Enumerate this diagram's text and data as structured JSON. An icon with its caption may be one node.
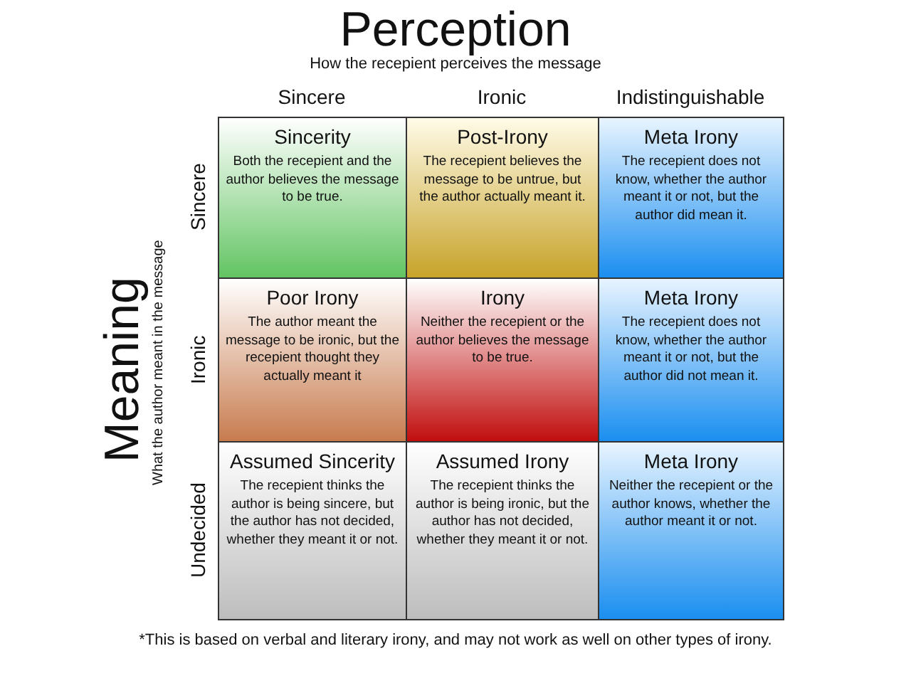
{
  "diagram": {
    "title": "Perception",
    "caption": "*This is based on verbal and literary irony, and may not work as well on other types of irony.",
    "nodes": [
      {
        "text": [
          "Sincerity",
          "Both the recepient and the author believes the message to be true."
        ]
      },
      {
        "text": [
          "Post-Irony",
          "The recepient believes the message to be untrue, but the author actually meant it."
        ]
      },
      {
        "text": [
          "Meta Irony",
          "The recepient does not know, whether the author meant it or not, but the author did mean it."
        ]
      },
      {
        "text": [
          "Poor Irony",
          "The author meant the message to be ironic, but the recepient thought they actually meant it"
        ]
      },
      {
        "text": [
          "Irony",
          "Neither the recepient or the author believes the message to be true."
        ]
      },
      {
        "text": [
          "Meta Irony",
          "The recepient does not know, whether the author meant it or not, but the author did not mean it."
        ]
      },
      {
        "text": [
          "Assumed Sincerity",
          "The recepient thinks the author is being sincere, but the author has not decided, whether they meant it or not."
        ]
      },
      {
        "text": [
          "Assumed Irony",
          "The recepient thinks the author is being ironic, but the author has not decided, whether they meant it or not."
        ]
      },
      {
        "text": [
          "Meta Irony",
          "Neither the recepient or the author knows, whether the author meant it or not."
        ]
      }
    ],
    "edges": [],
    "labels": [
      "How the recepient perceives the message",
      "Sincere",
      "Ironic",
      "Indistinguishable",
      "Meaning",
      "What the author meant in the message",
      "Sincere",
      "Ironic",
      "Undecided"
    ]
  }
}
